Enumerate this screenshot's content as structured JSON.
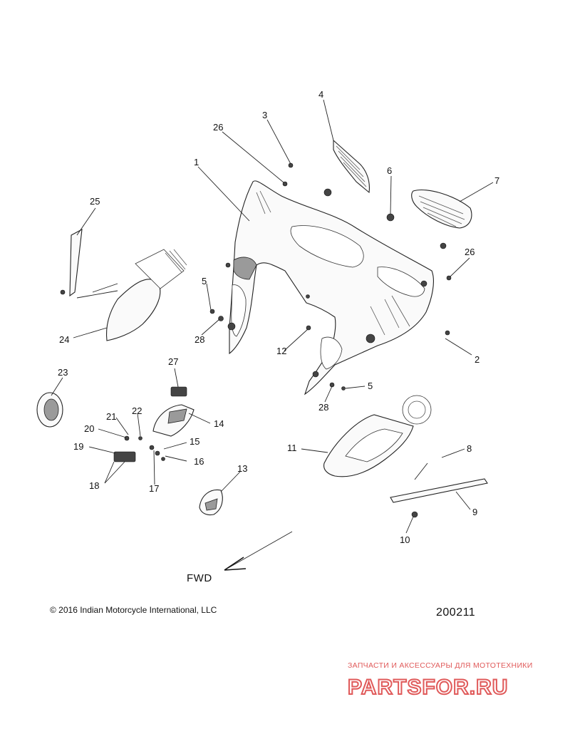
{
  "callouts": [
    "1",
    "2",
    "3",
    "4",
    "5",
    "5",
    "6",
    "7",
    "8",
    "9",
    "10",
    "11",
    "12",
    "13",
    "14",
    "15",
    "16",
    "17",
    "18",
    "19",
    "20",
    "21",
    "22",
    "23",
    "24",
    "25",
    "26",
    "26",
    "27",
    "28",
    "28"
  ],
  "direction_label": "FWD",
  "copyright": "© 2016 Indian Motorcycle International, LLC",
  "diagram_code": "200211",
  "watermark": {
    "tagline": "ЗАПЧАСТИ И АКСЕССУАРЫ ДЛЯ МОТОТЕХНИКИ",
    "logo_text": "PARTSFOR.RU",
    "color": "#e05a5a"
  }
}
